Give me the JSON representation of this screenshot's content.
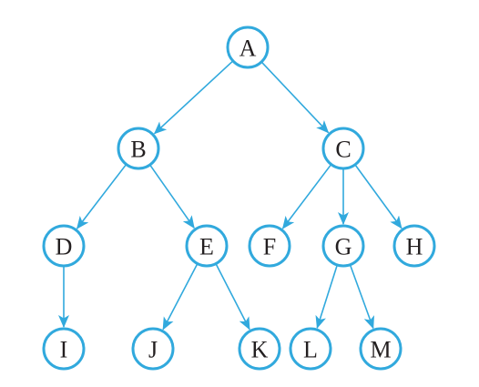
{
  "colors": {
    "edge": "#31a9dd",
    "node_stroke": "#31a9dd",
    "node_fill": "#ffffff",
    "label": "#231f20",
    "background": "#ffffff"
  },
  "tree": {
    "nodes": [
      {
        "id": "A",
        "label": "A"
      },
      {
        "id": "B",
        "label": "B"
      },
      {
        "id": "C",
        "label": "C"
      },
      {
        "id": "D",
        "label": "D"
      },
      {
        "id": "E",
        "label": "E"
      },
      {
        "id": "F",
        "label": "F"
      },
      {
        "id": "G",
        "label": "G"
      },
      {
        "id": "H",
        "label": "H"
      },
      {
        "id": "I",
        "label": "I"
      },
      {
        "id": "J",
        "label": "J"
      },
      {
        "id": "K",
        "label": "K"
      },
      {
        "id": "L",
        "label": "L"
      },
      {
        "id": "M",
        "label": "M"
      }
    ],
    "edges": [
      {
        "from": "A",
        "to": "B"
      },
      {
        "from": "A",
        "to": "C"
      },
      {
        "from": "B",
        "to": "D"
      },
      {
        "from": "B",
        "to": "E"
      },
      {
        "from": "C",
        "to": "F"
      },
      {
        "from": "C",
        "to": "G"
      },
      {
        "from": "C",
        "to": "H"
      },
      {
        "from": "D",
        "to": "I"
      },
      {
        "from": "E",
        "to": "J"
      },
      {
        "from": "E",
        "to": "K"
      },
      {
        "from": "G",
        "to": "L"
      },
      {
        "from": "G",
        "to": "M"
      }
    ]
  }
}
